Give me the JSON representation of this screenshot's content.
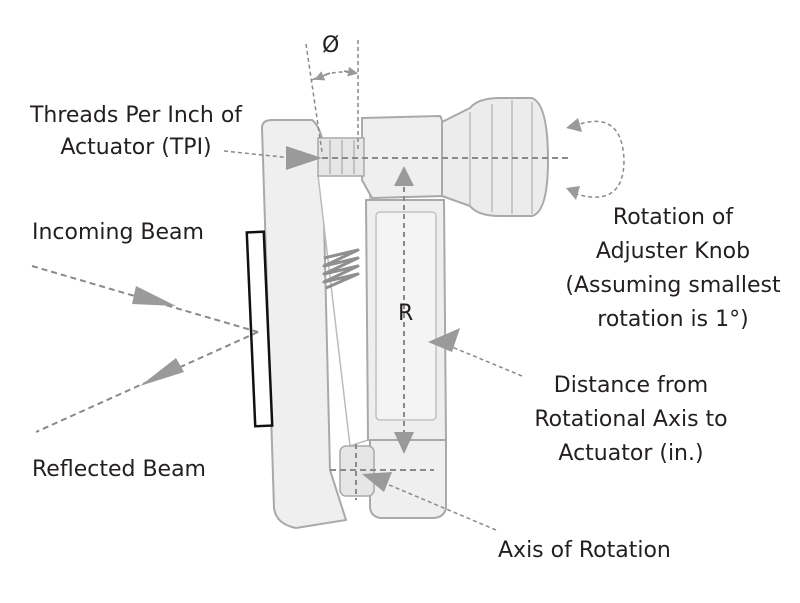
{
  "labels": {
    "diameter": "Ø",
    "tpi_line1": "Threads Per Inch of",
    "tpi_line2": "Actuator (TPI)",
    "incoming": "Incoming Beam",
    "reflected": "Reflected Beam",
    "rotation_line1": "Rotation of",
    "rotation_line2": "Adjuster Knob",
    "rotation_line3": "(Assuming smallest",
    "rotation_line4": "rotation is 1°)",
    "radius": "R",
    "distance_line1": "Distance from",
    "distance_line2": "Rotational Axis to",
    "distance_line3": "Actuator (in.)",
    "axis": "Axis of Rotation"
  },
  "colors": {
    "text": "#231f20",
    "dashed": "#8a8a8a",
    "arrow": "#9a9a9a",
    "mount_fill": "#efefef",
    "mount_stroke": "#a9a9a9",
    "mirror_stroke": "#111111"
  }
}
